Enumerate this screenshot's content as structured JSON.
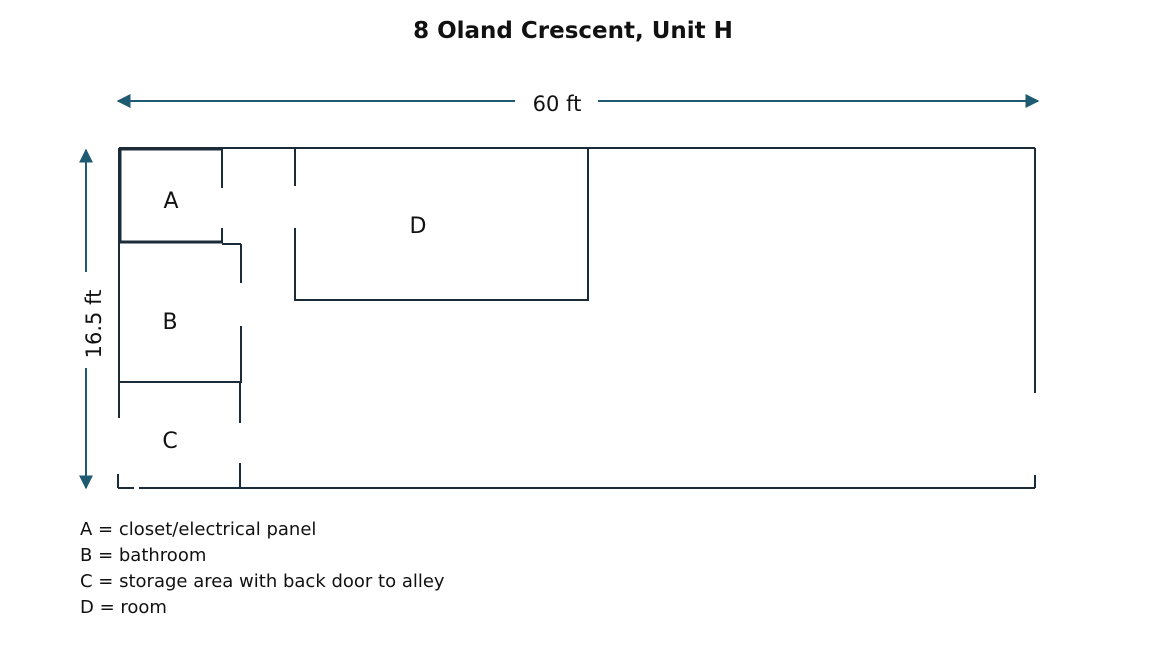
{
  "title": "8 Oland Crescent, Unit H",
  "dimensions": {
    "width": "60 ft",
    "height": "16.5 ft"
  },
  "rooms": {
    "a": "A",
    "b": "B",
    "c": "C",
    "d": "D"
  },
  "legend": [
    "A = closet/electrical panel",
    "B = bathroom",
    "C = storage area with back door to alley",
    "D = room"
  ],
  "colors": {
    "wall": "#1b2b38",
    "dimension": "#1f5a73"
  }
}
